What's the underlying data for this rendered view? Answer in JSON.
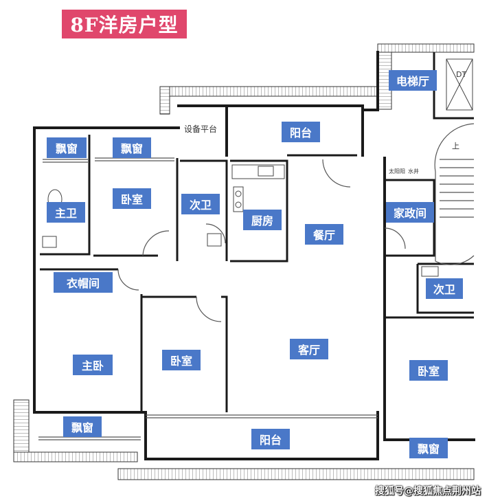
{
  "title": "8F洋房户型",
  "plan_notes": {
    "equipment_platform": "设备平台",
    "elevator_code": "DT",
    "up": "上",
    "small_balcony": "太阳阳",
    "water_well": "水井"
  },
  "rooms": {
    "bay_window_1": "飘窗",
    "bay_window_2": "飘窗",
    "bay_window_3": "飘窗",
    "bay_window_4": "飘窗",
    "balcony_top": "阳台",
    "balcony_bottom": "阳台",
    "elevator_hall": "电梯厅",
    "master_bath": "主卫",
    "bedroom_top": "卧室",
    "second_bath_1": "次卫",
    "kitchen": "厨房",
    "dining": "餐厅",
    "housekeeping": "家政间",
    "cloakroom": "衣帽间",
    "second_bath_2": "次卫",
    "master_bedroom": "主卧",
    "bedroom_middle": "卧室",
    "living_room": "客厅",
    "bedroom_right": "卧室"
  },
  "watermark": "搜狐号@搜狐焦点荆州站",
  "colors": {
    "title_bg": "#e0476c",
    "label_bg": "#4a78c8",
    "wall": "#1a1a1a",
    "hatch": "#666666"
  }
}
